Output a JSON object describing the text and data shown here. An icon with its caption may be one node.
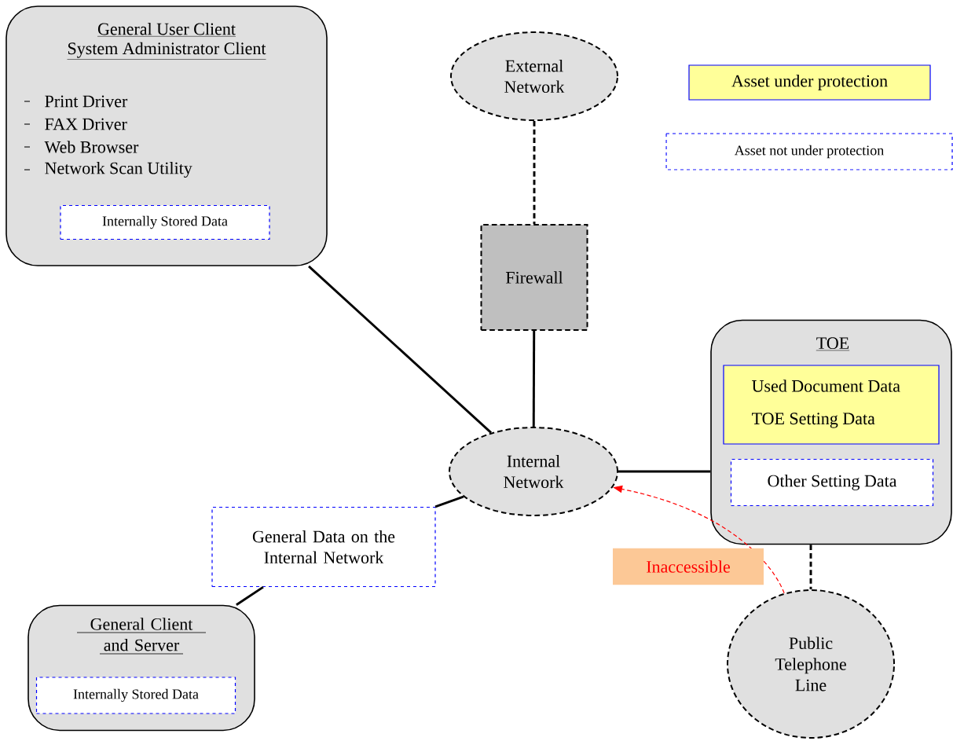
{
  "diagram": {
    "nodes": [
      {
        "text": [
          "General User Client",
          "System Administrator Client",
          "Print Driver",
          "FAX Driver",
          "Web Browser",
          "Network Scan Utility"
        ]
      },
      {
        "text": [
          "Internally Stored Data"
        ],
        "in": 0
      },
      {
        "text": [
          "External Network"
        ]
      },
      {
        "text": [
          "Firewall"
        ]
      },
      {
        "text": [
          "TOE"
        ]
      },
      {
        "text": [
          "Used Document Data",
          "TOE Setting Data"
        ],
        "in": 4
      },
      {
        "text": [
          "Other Setting Data"
        ],
        "in": 4
      },
      {
        "text": [
          "Internal Network"
        ]
      },
      {
        "text": [
          "General Data on the Internal Network"
        ]
      },
      {
        "text": [
          "General Client and Server"
        ]
      },
      {
        "text": [
          "Internally Stored Data"
        ],
        "in": 9
      },
      {
        "text": [
          "Public Telephone Line"
        ]
      }
    ],
    "edges": [
      {
        "from": 0,
        "to": 7,
        "arrow": "none"
      },
      {
        "from": 2,
        "to": 3,
        "arrow": "none",
        "style": "dashed"
      },
      {
        "from": 3,
        "to": 7,
        "arrow": "none"
      },
      {
        "from": 7,
        "to": 4,
        "arrow": "none"
      },
      {
        "from": 7,
        "to": 8,
        "arrow": "none"
      },
      {
        "from": 8,
        "to": 9,
        "arrow": "none"
      },
      {
        "from": 4,
        "to": 11,
        "arrow": "none",
        "style": "dashed"
      },
      {
        "from": 11,
        "to": 7,
        "arrow": "to",
        "style": "dashed",
        "color": "#ff0000",
        "label": "Inaccessible"
      }
    ],
    "legend": [
      {
        "text": "Asset under protection",
        "color": "#ffff99"
      },
      {
        "text": "Asset not under protection"
      }
    ]
  }
}
